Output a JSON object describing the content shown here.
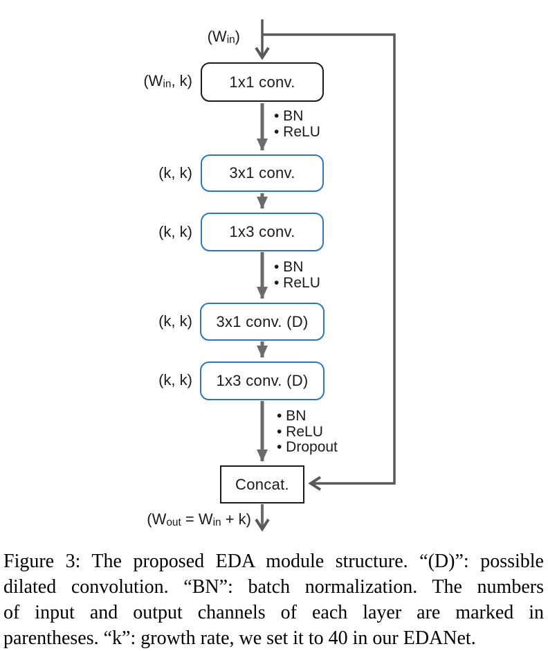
{
  "diagram": {
    "win_label": {
      "pre": "(W",
      "sub": "in",
      "post": ")"
    },
    "box_1x1": "1x1 conv.",
    "box_1x1_side": {
      "pre": "(W",
      "sub": "in",
      "post": ", k)"
    },
    "ann_1": [
      "• BN",
      "• ReLU"
    ],
    "box_3x1": "3x1 conv.",
    "box_3x1_side": "(k, k)",
    "box_1x3": "1x3 conv.",
    "box_1x3_side": "(k, k)",
    "ann_2": [
      "• BN",
      "• ReLU"
    ],
    "box_3x1d": "3x1 conv. (D)",
    "box_3x1d_side": "(k, k)",
    "box_1x3d": "1x3 conv. (D)",
    "box_1x3d_side": "(k, k)",
    "ann_3": [
      "• BN",
      "• ReLU",
      "• Dropout"
    ],
    "box_concat": "Concat.",
    "wout_label": {
      "p1": "(W",
      "s1": "out",
      "p2": " = W",
      "s2": "in",
      "p3": " + k)"
    },
    "colors": {
      "blue_border": "#2E75B6",
      "black_border": "#1a1a1a",
      "arrow_thick": "#6b6b6b",
      "line_gray": "#595959"
    }
  },
  "caption": {
    "lines": [
      "Figure 3: The proposed EDA module structure. “(D)”: possible",
      "dilated convolution. “BN”: batch normalization. The numbers",
      "of input and output channels of each layer are marked in",
      "parentheses. “k”: growth rate, we set it to 40 in our EDANet."
    ]
  }
}
